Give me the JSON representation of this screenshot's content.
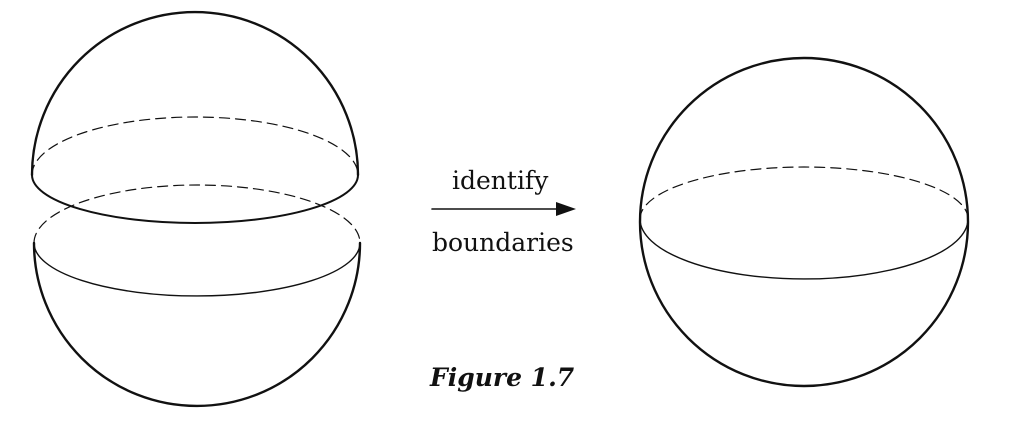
{
  "diagram": {
    "arrow_label_top": "identify",
    "arrow_label_bottom": "boundaries",
    "caption": "Figure 1.7",
    "stroke_color": "#111111",
    "background_color": "#ffffff"
  }
}
